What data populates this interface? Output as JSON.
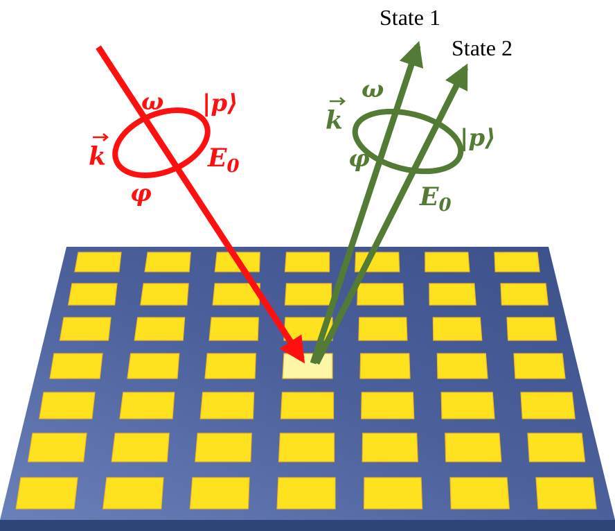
{
  "colors": {
    "substrate_top": "#5b6fa8",
    "substrate_mid": "#4a5f9a",
    "substrate_edge": "#2c4777",
    "cell": "#ffe21f",
    "cell_border": "#f2b722",
    "cell_highlight": "#fff7a8",
    "incident": "#ff1010",
    "reflected": "#537b35"
  },
  "grid": {
    "rows": 7,
    "cols": 7,
    "highlight_row": 3,
    "highlight_col": 3
  },
  "incident": {
    "omega": "ω",
    "k": "k",
    "p": "|p⟩",
    "e": "E",
    "e_sub": "0",
    "phi": "φ"
  },
  "reflected": {
    "state1": "State 1",
    "state2": "State 2",
    "omega": "ω",
    "k": "k",
    "p": "|p⟩",
    "e": "E",
    "e_sub": "0",
    "phi": "φ"
  }
}
